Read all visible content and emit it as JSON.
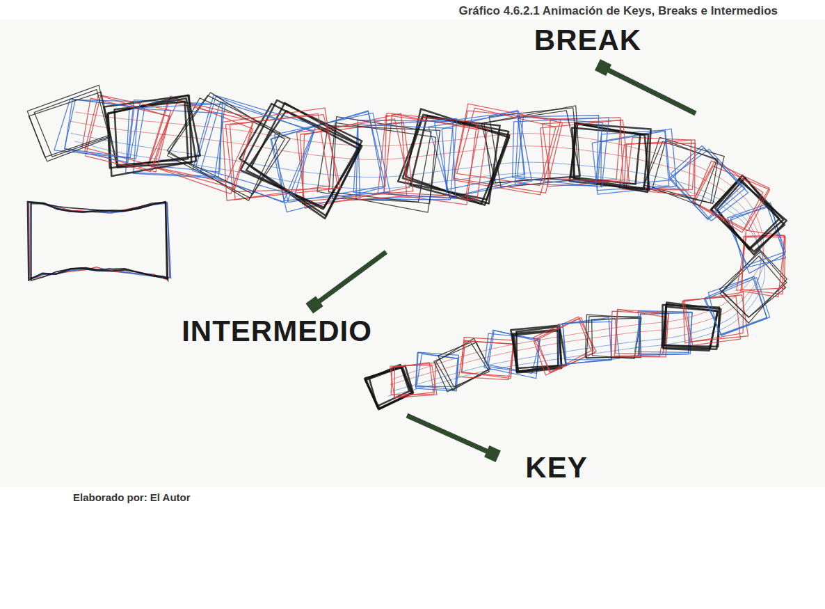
{
  "diagram": {
    "title": "Gráfico 4.6.2.1 Animación de Keys, Breaks e Intermedios",
    "caption": "Elaborado por: El Autor",
    "labels": [
      "BREAK",
      "INTERMEDIO",
      "KEY"
    ]
  }
}
